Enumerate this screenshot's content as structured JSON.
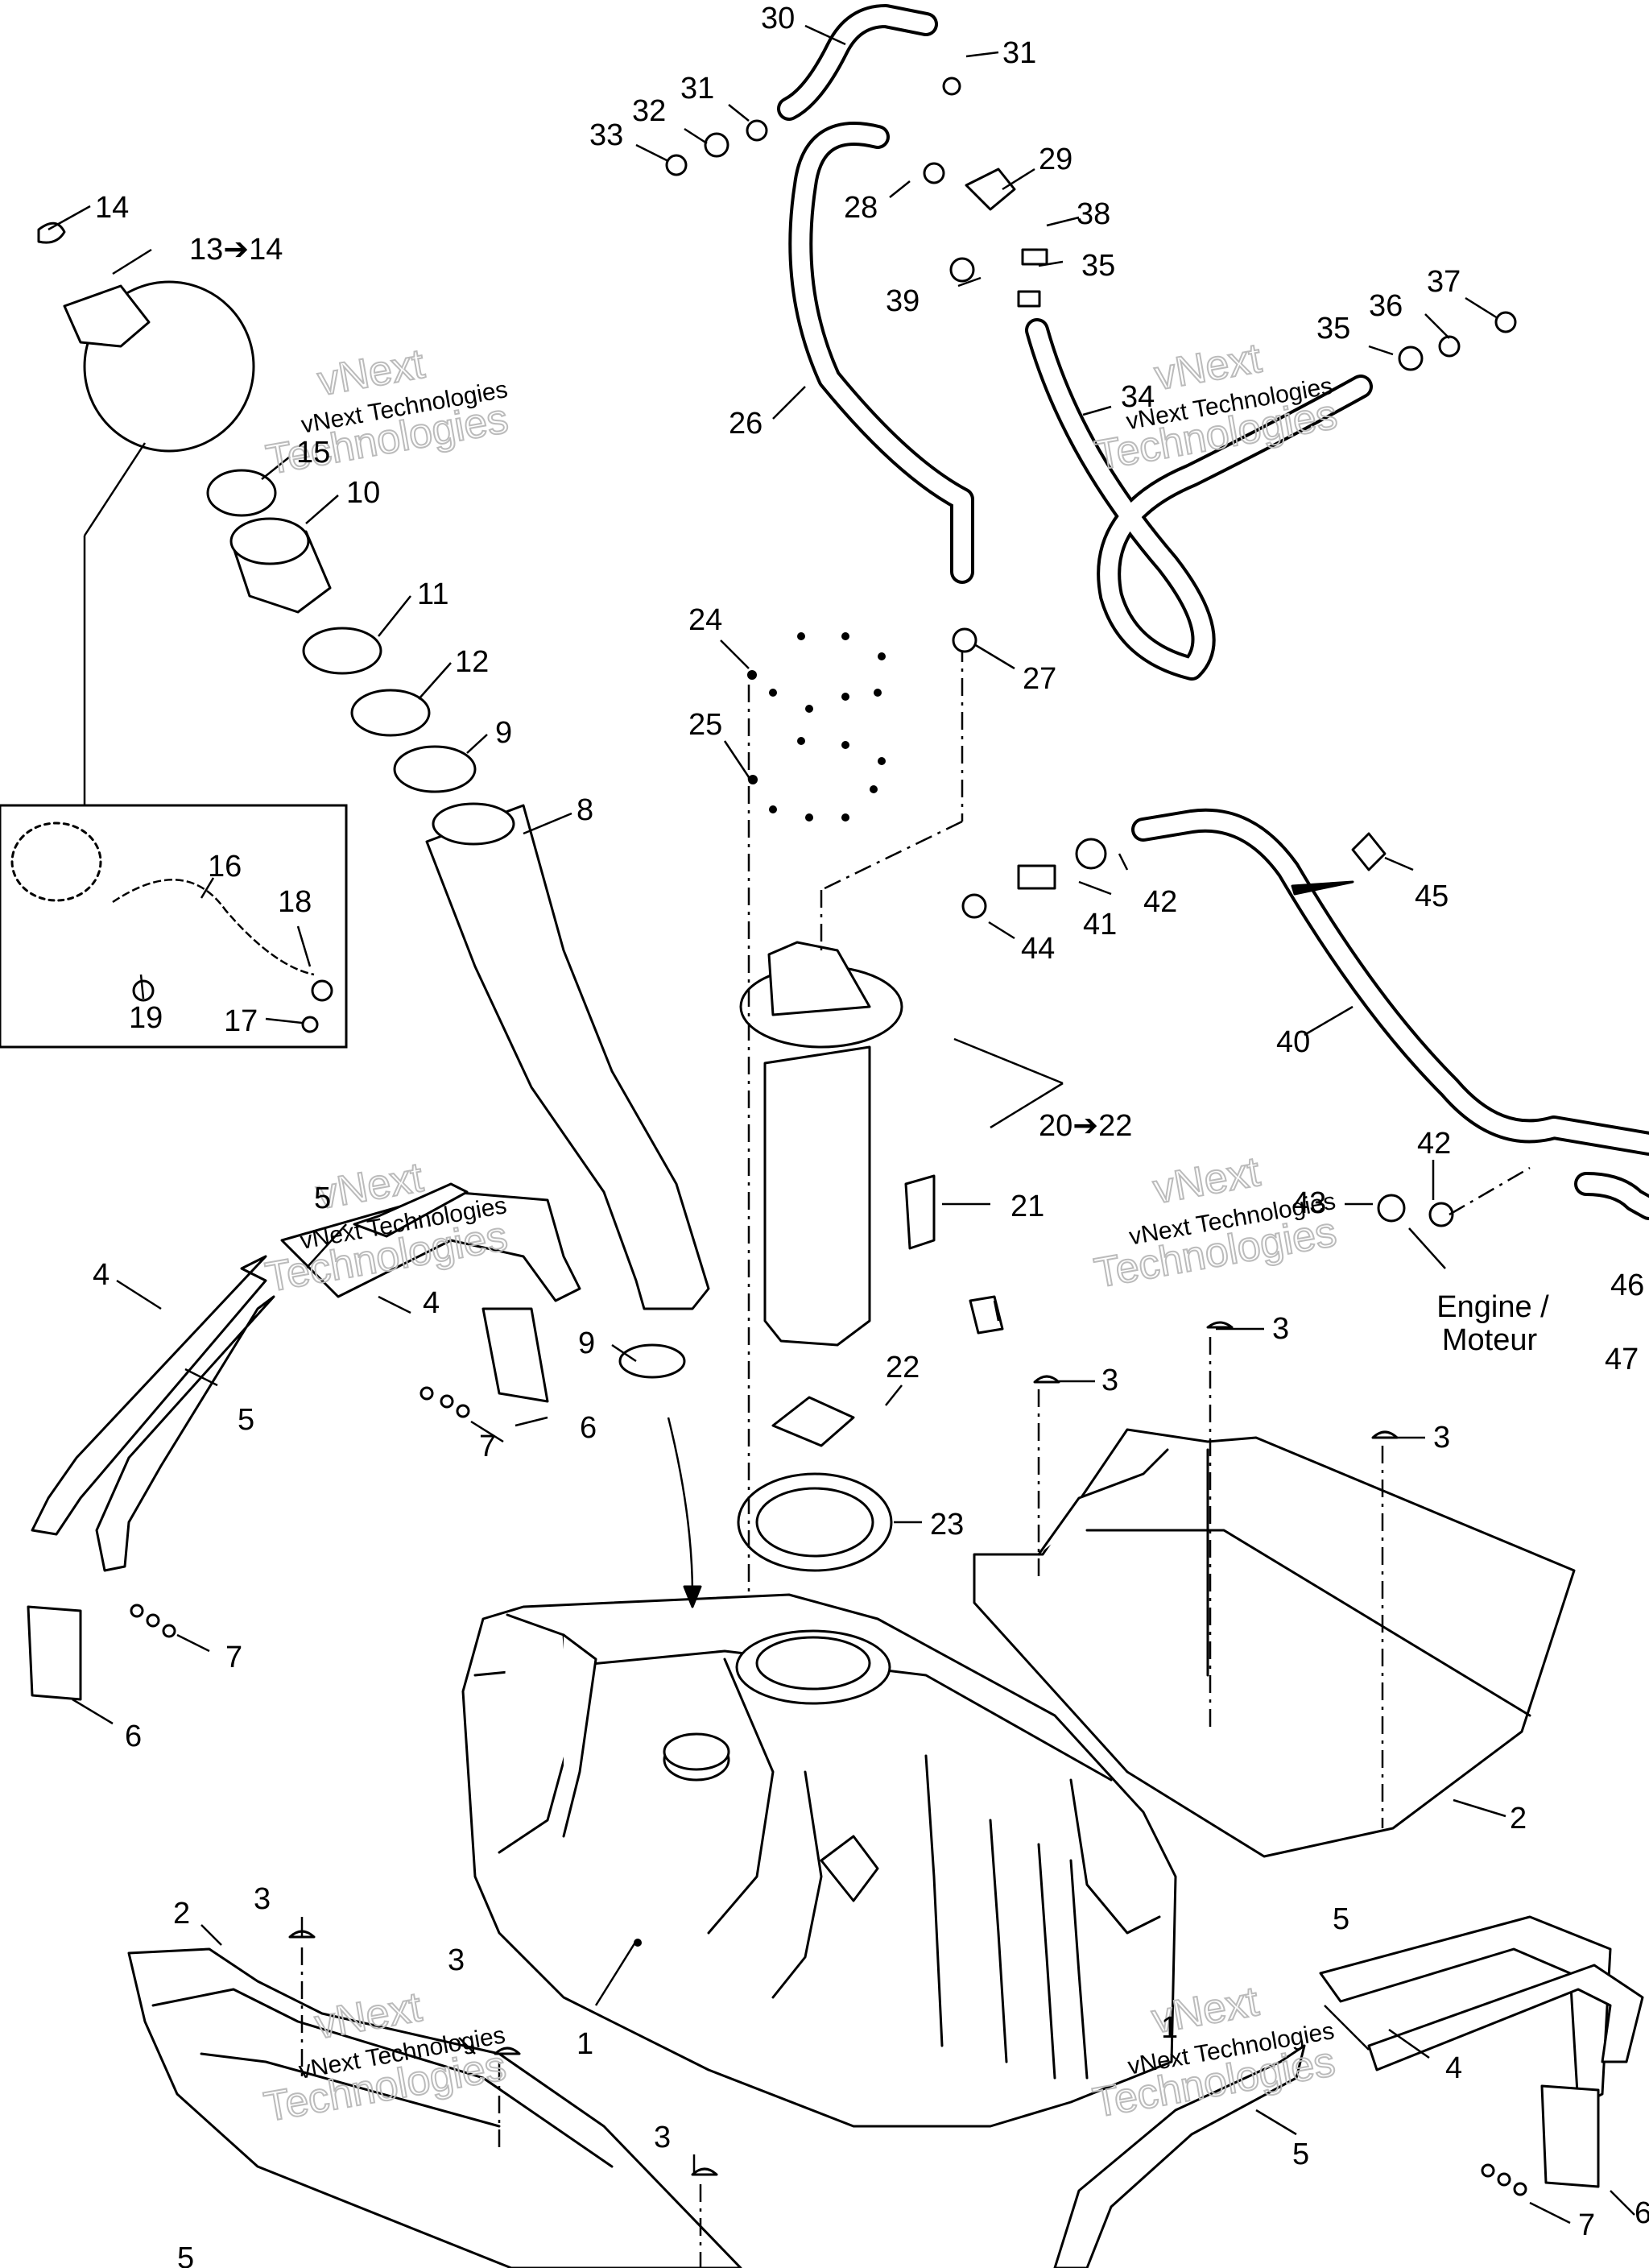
{
  "watermark": {
    "line1": "vNext Technologies",
    "outline_top": "vNext",
    "outline_bottom": "Technologies"
  },
  "callouts": {
    "c1": "1",
    "c1b": "1",
    "c2a": "2",
    "c2b": "2",
    "c3a": "3",
    "c3b": "3",
    "c3c": "3",
    "c3d": "3",
    "c3e": "3",
    "c3f": "3",
    "c4a": "4",
    "c4b": "4",
    "c4c": "4",
    "c5a": "5",
    "c5b": "5",
    "c5c": "5",
    "c5d": "5",
    "c5e": "5",
    "c6a": "6",
    "c6b": "6",
    "c6c": "6",
    "c7a": "7",
    "c7b": "7",
    "c7c": "7",
    "c8": "8",
    "c9a": "9",
    "c9b": "9",
    "c10": "10",
    "c11": "11",
    "c12": "12",
    "c13": "13➔14",
    "c14": "14",
    "c15": "15",
    "c16": "16",
    "c17": "17",
    "c18": "18",
    "c19": "19",
    "c20": "20➔22",
    "c21": "21",
    "c22": "22",
    "c23": "23",
    "c24": "24",
    "c25": "25",
    "c26": "26",
    "c27": "27",
    "c28": "28",
    "c29": "29",
    "c30": "30",
    "c31a": "31",
    "c31b": "31",
    "c32": "32",
    "c33": "33",
    "c34": "34",
    "c35a": "35",
    "c35b": "35",
    "c36": "36",
    "c37": "37",
    "c38": "38",
    "c39": "39",
    "c40": "40",
    "c41": "41",
    "c42a": "42",
    "c42b": "42",
    "c43": "43",
    "c44": "44",
    "c45": "45",
    "c46": "46",
    "c47": "47"
  },
  "notes": {
    "engine_line1": "Engine /",
    "engine_line2": "Moteur"
  }
}
